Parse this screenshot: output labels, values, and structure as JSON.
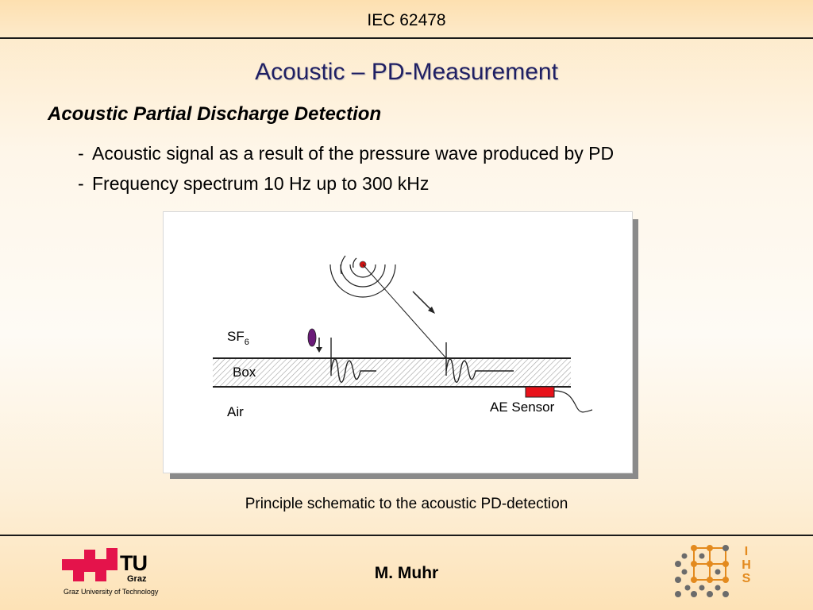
{
  "header": {
    "title": "IEC 62478"
  },
  "slide": {
    "title": "Acoustic – PD-Measurement",
    "subtitle": "Acoustic Partial Discharge Detection",
    "bullets": [
      {
        "dash": "-",
        "text": "Acoustic signal as a result of the pressure wave produced by PD"
      },
      {
        "dash": "-",
        "text": "Frequency spectrum 10 Hz up to 300 kHz"
      }
    ]
  },
  "figure": {
    "label_sf": "SF",
    "label_sf_sub": "6",
    "label_box": "Box",
    "label_air": "Air",
    "label_sensor": "AE Sensor",
    "colors": {
      "pd_source": "#d01010",
      "particle": "#6a1a78",
      "sensor": "#e8121a",
      "wall_hatch": "#9a9a9a"
    }
  },
  "caption": "Principle schematic to the acoustic PD-detection",
  "footer": {
    "author": "M. Muhr",
    "tu_logo": {
      "name": "TU",
      "city": "Graz",
      "subtitle": "Graz University of Technology",
      "color": "#e4134b"
    },
    "ihs_logo": {
      "letters": [
        "I",
        "H",
        "S"
      ],
      "color": "#e38a1e"
    }
  }
}
